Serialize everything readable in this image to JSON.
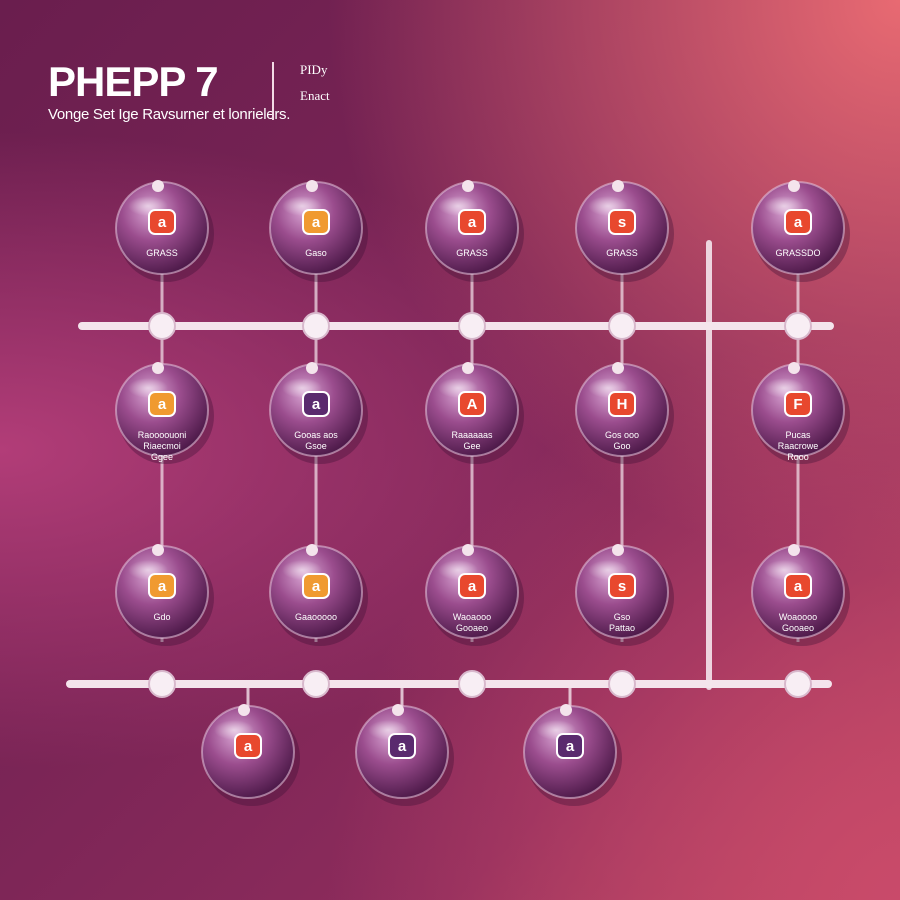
{
  "header": {
    "title": "PHEPP 7",
    "subtitle": "Vonge Set Ige Ravsurner et lonrielers.",
    "side_top": "PIDy",
    "side_bottom": "Enact"
  },
  "colors": {
    "bg_dark": "#6a1e4e",
    "bg_accent": "#e86a72",
    "sphere": "#9b4d8e",
    "badge_orange": "#f09a30",
    "badge_red": "#e8482e",
    "rail": "#f4e4ec"
  },
  "rows": [
    {
      "nodes": [
        {
          "glyph": "a",
          "badge": "badge_red",
          "labels": [
            "GRASS"
          ]
        },
        {
          "glyph": "a",
          "badge": "badge_orange",
          "labels": [
            "Gaso"
          ]
        },
        {
          "glyph": "a",
          "badge": "badge_red",
          "labels": [
            "GRASS"
          ]
        },
        {
          "glyph": "s",
          "badge": "badge_red",
          "labels": [
            "GRASS"
          ]
        },
        {
          "glyph": "a",
          "badge": "badge_red",
          "labels": [
            "GRASSDO"
          ]
        }
      ]
    },
    {
      "nodes": [
        {
          "glyph": "a",
          "badge": "badge_orange",
          "labels": [
            "Raoooouoni",
            "Riaecmoi",
            "Ggee"
          ]
        },
        {
          "glyph": "a",
          "badge": "purple",
          "labels": [
            "Gooas aos",
            "Gsoe"
          ]
        },
        {
          "glyph": "A",
          "badge": "badge_red",
          "labels": [
            "Raaaaaas",
            "Gee"
          ]
        },
        {
          "glyph": "H",
          "badge": "badge_red",
          "labels": [
            "Gos ooo",
            "Goo"
          ]
        },
        {
          "glyph": "F",
          "badge": "badge_red",
          "labels": [
            "Pucas",
            "Raacrowe",
            "Rooo"
          ]
        }
      ]
    },
    {
      "nodes": [
        {
          "glyph": "a",
          "badge": "badge_orange",
          "labels": [
            "Gdo"
          ]
        },
        {
          "glyph": "a",
          "badge": "badge_orange",
          "labels": [
            "Gaaooooo"
          ]
        },
        {
          "glyph": "a",
          "badge": "badge_red",
          "labels": [
            "Waoaooo",
            "Gooaeo"
          ]
        },
        {
          "glyph": "s",
          "badge": "badge_red",
          "labels": [
            "Gso",
            "Pattao"
          ]
        },
        {
          "glyph": "a",
          "badge": "badge_red",
          "labels": [
            "Woaoooo",
            "Gooaeo"
          ]
        }
      ]
    },
    {
      "nodes": [
        {
          "glyph": "a",
          "badge": "badge_red",
          "labels": []
        },
        {
          "glyph": "a",
          "badge": "purple",
          "labels": []
        },
        {
          "glyph": "a",
          "badge": "purple",
          "labels": []
        }
      ]
    }
  ]
}
